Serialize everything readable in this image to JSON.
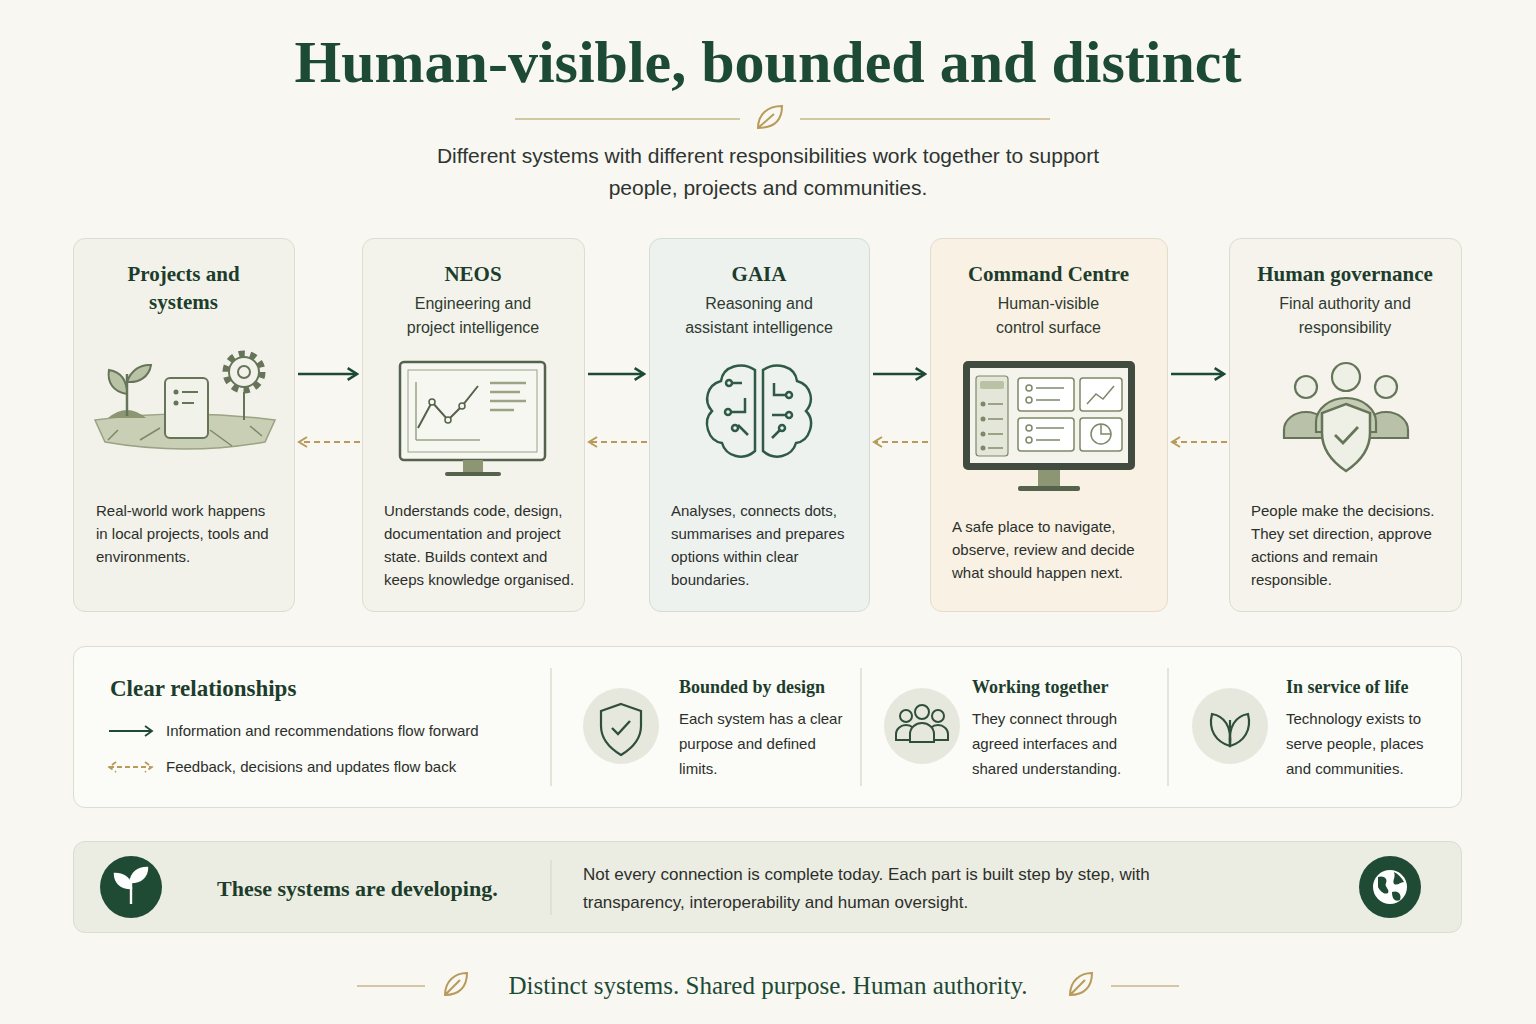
{
  "diagram": {
    "title": "Human-visible, bounded and distinct",
    "caption": "Distinct systems. Shared purpose. Human authority.",
    "nodes": [
      {
        "text": [
          "Projects and systems",
          "Real-world work happens in local projects, tools and environments."
        ]
      },
      {
        "text": [
          "NEOS",
          "Engineering and project intelligence",
          "Understands code, design, documentation and project state. Builds context and keeps knowledge organised."
        ]
      },
      {
        "text": [
          "GAIA",
          "Reasoning and assistant intelligence",
          "Analyses, connects dots, summarises and prepares options within clear boundaries."
        ]
      },
      {
        "text": [
          "Command Centre",
          "Human-visible control surface",
          "A safe place to navigate, observe, review and decide what should happen next."
        ]
      },
      {
        "text": [
          "Human governance",
          "Final authority and responsibility",
          "People make the decisions. They set direction, approve actions and remain responsible."
        ]
      },
      {
        "text": [
          "Clear relationships",
          "Bounded by design",
          "Each system has a clear purpose and defined limits.",
          "Working together",
          "They connect through agreed interfaces and shared understanding.",
          "In service of life",
          "Technology exists to serve people, places and communities."
        ]
      },
      {
        "text": [
          "These systems are developing.",
          "Not every connection is complete today. Each part is built step by step, with transparency, interoperability and human oversight."
        ]
      }
    ],
    "edges": [
      {
        "from": 0,
        "to": 1,
        "arrow": "to"
      },
      {
        "from": 1,
        "to": 2,
        "arrow": "to"
      },
      {
        "from": 2,
        "to": 3,
        "arrow": "to"
      },
      {
        "from": 3,
        "to": 4,
        "arrow": "to"
      },
      {
        "from": 1,
        "to": 0,
        "arrow": "to"
      },
      {
        "from": 2,
        "to": 1,
        "arrow": "to"
      },
      {
        "from": 3,
        "to": 2,
        "arrow": "to"
      },
      {
        "from": 4,
        "to": 3,
        "arrow": "to"
      }
    ],
    "labels": [
      "Different systems with different responsibilities work together to support people, projects and communities."
    ],
    "legend": [
      {
        "text": "Information and recommendations flow forward"
      },
      {
        "text": "Feedback, decisions and updates flow back"
      }
    ]
  }
}
